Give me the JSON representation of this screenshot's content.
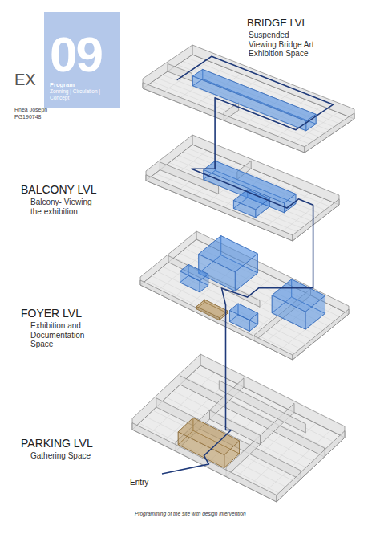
{
  "diagram": {
    "caption": "Programming of the site with design intervention",
    "nodes": [
      {
        "text": [
          "09",
          "Program",
          "Zonning | Circulation | Concept"
        ]
      }
    ],
    "labels": [
      "EX",
      "Rhea Joseph",
      "PG190748",
      "BRIDGE LVL",
      "Suspended Viewing Bridge Art Exhibition Space",
      "BALCONY LVL",
      "Balcony- Viewing the exhibition",
      "FOYER LVL",
      "Exhibition and Documentation Space",
      "PARKING LVL",
      "Gathering Space",
      "Entry"
    ]
  }
}
